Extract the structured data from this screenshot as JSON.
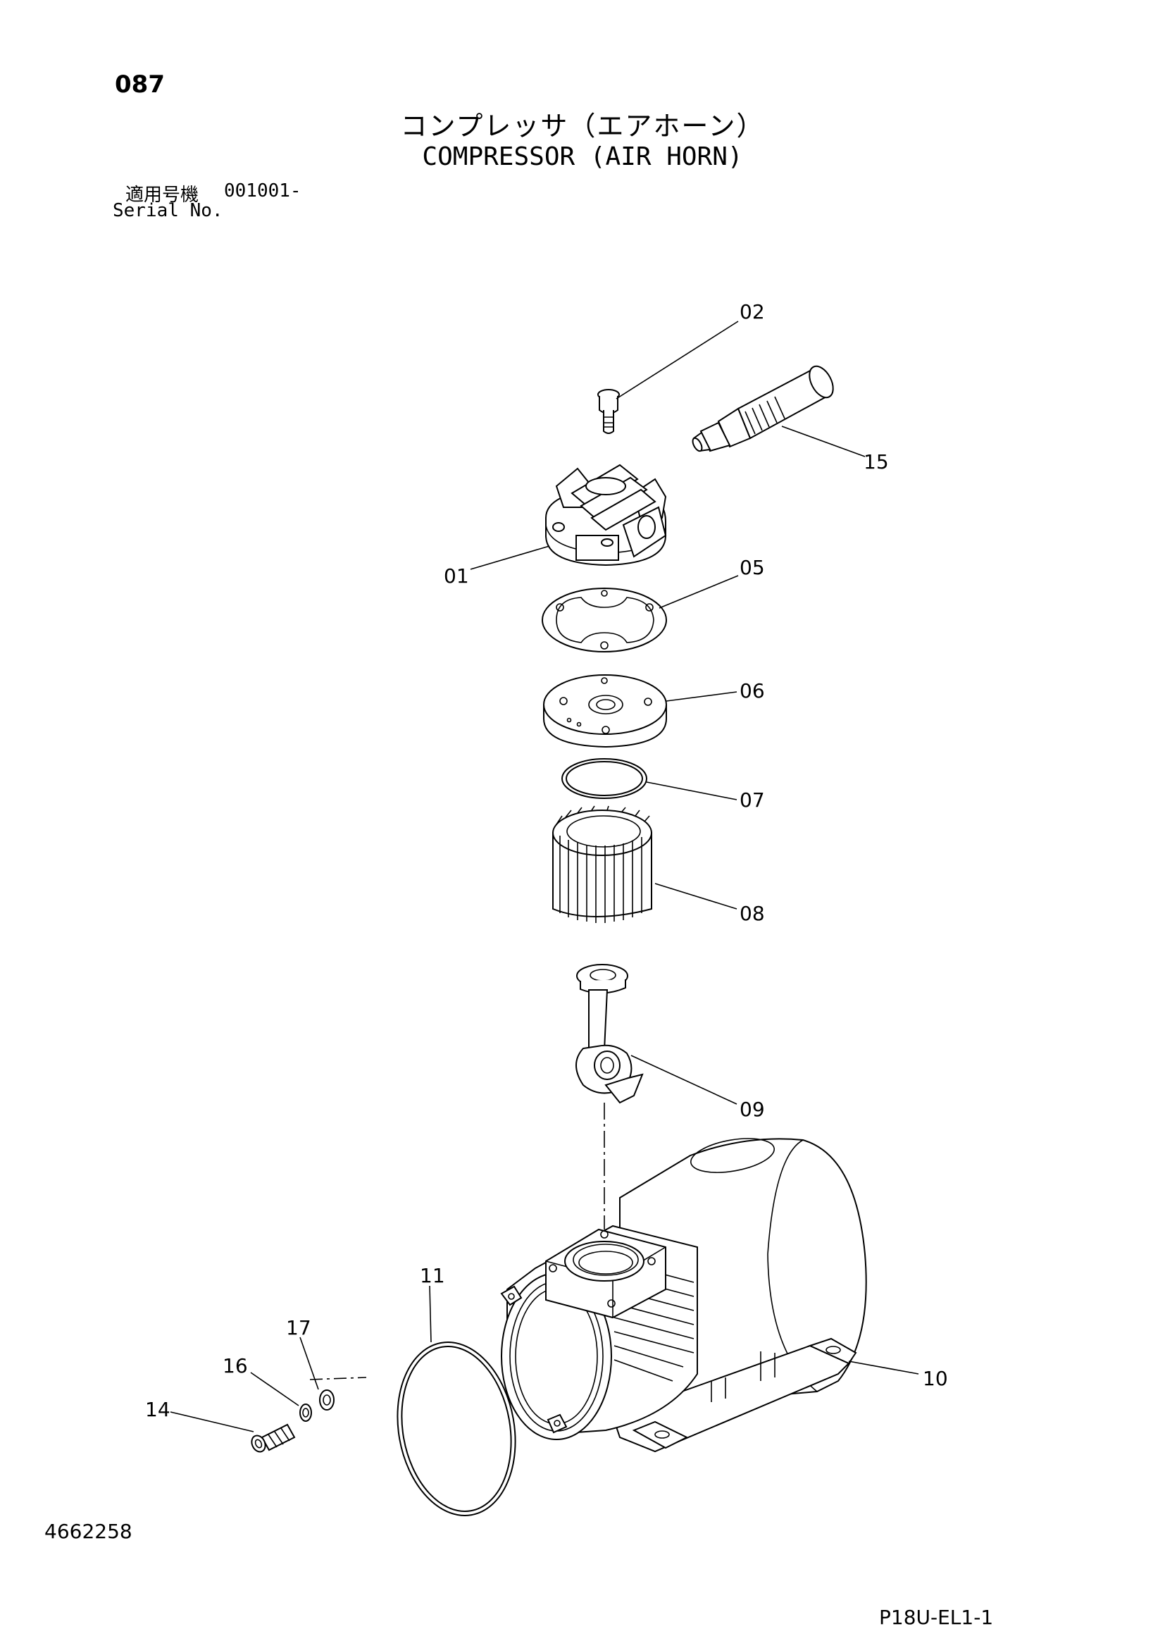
{
  "header": {
    "page_number": "087",
    "title_jp": "コンプレッサ（エアホーン）",
    "title_en": "COMPRESSOR (AIR HORN)",
    "serial_label_jp": "適用号機",
    "serial_label_en": "Serial No.",
    "serial_value": "001001-"
  },
  "footer": {
    "document_number": "4662258",
    "page_code": "P18U-EL1-1"
  },
  "callouts": {
    "c01": "01",
    "c02": "02",
    "c05": "05",
    "c06": "06",
    "c07": "07",
    "c08": "08",
    "c09": "09",
    "c10": "10",
    "c11": "11",
    "c14": "14",
    "c15": "15",
    "c16": "16",
    "c17": "17"
  }
}
